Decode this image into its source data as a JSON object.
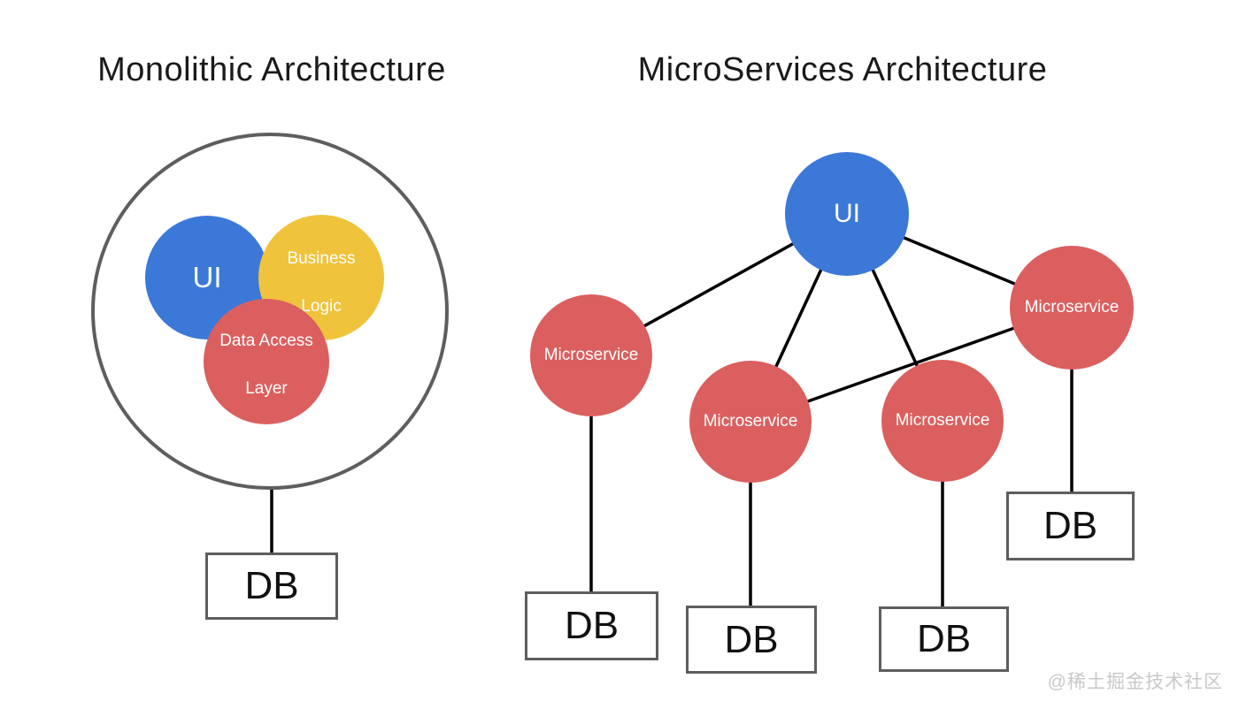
{
  "left_panel": {
    "title": "Monolithic Architecture",
    "ui": {
      "label": "UI"
    },
    "business_logic": {
      "line1": "Business",
      "line2": "Logic"
    },
    "data_access": {
      "line1": "Data Access",
      "line2": "Layer"
    },
    "db": {
      "label": "DB"
    }
  },
  "right_panel": {
    "title": "MicroServices Architecture",
    "ui": {
      "label": "UI"
    },
    "microservices": [
      {
        "label": "Microservice"
      },
      {
        "label": "Microservice"
      },
      {
        "label": "Microservice"
      },
      {
        "label": "Microservice"
      }
    ],
    "dbs": [
      {
        "label": "DB"
      },
      {
        "label": "DB"
      },
      {
        "label": "DB"
      },
      {
        "label": "DB"
      }
    ]
  },
  "watermark": {
    "text": "@稀土掘金技术社区"
  },
  "colors": {
    "ui-blue": "#3C78D8",
    "business-yellow": "#F0C33C",
    "service-red": "#DB5F5F",
    "edge-black": "#000000",
    "outline-gray": "#5E5E5E",
    "title-text": "#1A1A1A",
    "watermark-gray": "#C8C8C8"
  }
}
